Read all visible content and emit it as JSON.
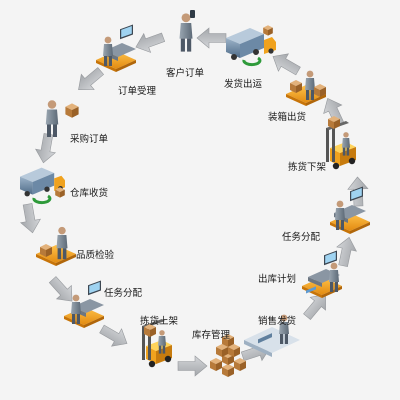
{
  "colors": {
    "background": "#f4f4f4",
    "arrow_fill": "#b9bcc0",
    "tile_orange": "#f0a21e",
    "person_gray": "#7d8a96",
    "box_brown": "#c98b45",
    "truck_blue": "#5f7f9e",
    "cycle_green": "#2e9a3a"
  },
  "steps": [
    {
      "id": "customer-order",
      "label": "客户订单",
      "icon": "person-with-phone-icon"
    },
    {
      "id": "ship-delivery",
      "label": "发货出运",
      "icon": "delivery-truck-icon"
    },
    {
      "id": "pack-ship",
      "label": "装箱出货",
      "icon": "packing-worker-icon"
    },
    {
      "id": "pick-down",
      "label": "拣货下架",
      "icon": "forklift-icon"
    },
    {
      "id": "task-assign-right",
      "label": "任务分配",
      "icon": "computer-desk-icon"
    },
    {
      "id": "outbound-plan",
      "label": "出库计划",
      "icon": "planning-desk-icon"
    },
    {
      "id": "sales-ship",
      "label": "销售发货",
      "icon": "sales-desk-icon"
    },
    {
      "id": "inventory",
      "label": "库存管理",
      "icon": "stacked-boxes-icon"
    },
    {
      "id": "pick-up",
      "label": "拣货上架",
      "icon": "forklift-icon"
    },
    {
      "id": "task-assign-left",
      "label": "任务分配",
      "icon": "computer-desk-icon"
    },
    {
      "id": "quality-check",
      "label": "品质检验",
      "icon": "inspector-icon"
    },
    {
      "id": "warehouse-receive",
      "label": "仓库收货",
      "icon": "delivery-truck-icon"
    },
    {
      "id": "purchase-order",
      "label": "采购订单",
      "icon": "person-with-box-icon"
    },
    {
      "id": "order-accept",
      "label": "订单受理",
      "icon": "office-desk-icon"
    }
  ]
}
